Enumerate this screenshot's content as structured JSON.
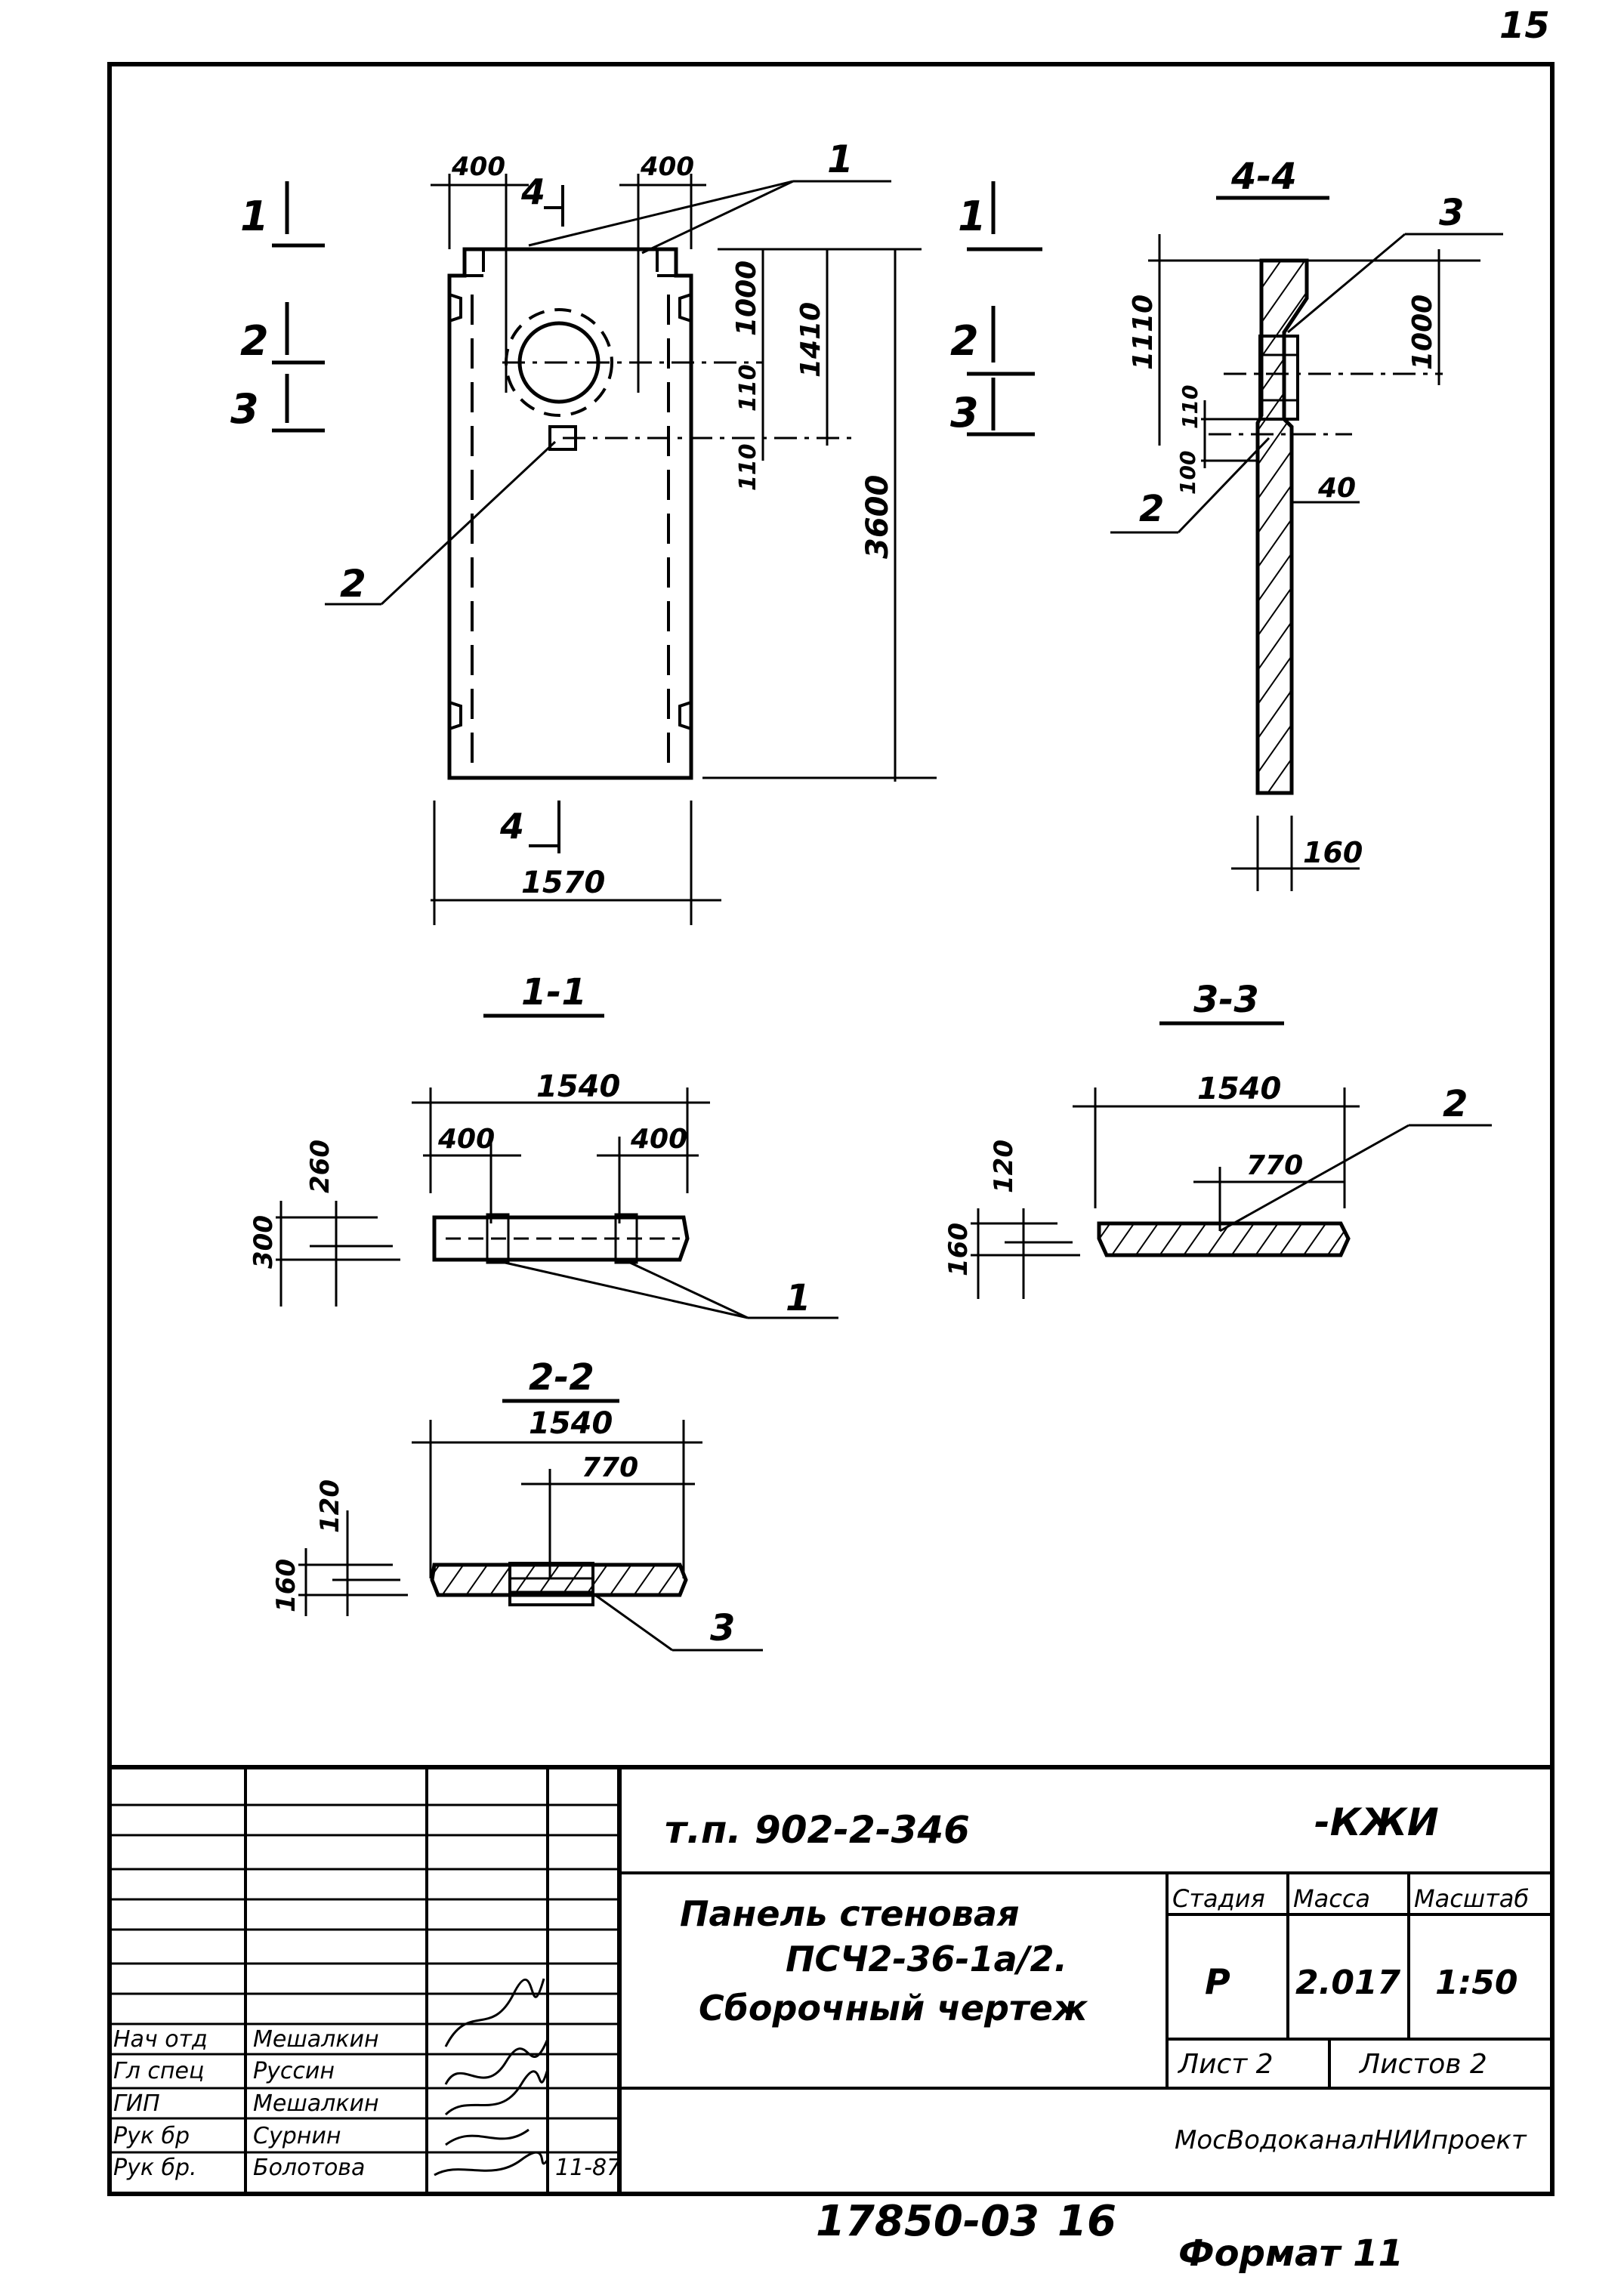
{
  "sheet_number": "15",
  "plan_view": {
    "dim_top_left": "400",
    "dim_top_right": "400",
    "dim_height_1": "1000",
    "dim_height_2": "1410",
    "dim_height_3": "3600",
    "dim_small_1": "110",
    "dim_small_2": "110",
    "dim_width": "1570",
    "callout_1": "1",
    "callout_2": "2",
    "cut_1": "1",
    "cut_2": "2",
    "cut_3": "3",
    "cut_4": "4"
  },
  "section_4_4": {
    "title": "4-4",
    "dim_1110": "1110",
    "dim_1000": "1000",
    "dim_110": "110",
    "dim_100": "100",
    "dim_40": "40",
    "dim_160": "160",
    "callout_2": "2",
    "callout_3": "3"
  },
  "section_1_1": {
    "title": "1-1",
    "dim_width": "1540",
    "dim_left": "400",
    "dim_right": "400",
    "dim_300": "300",
    "dim_260": "260",
    "callout_1": "1"
  },
  "section_3_3": {
    "title": "3-3",
    "dim_width": "1540",
    "dim_770": "770",
    "dim_160": "160",
    "dim_120": "120",
    "callout_2": "2"
  },
  "section_2_2": {
    "title": "2-2",
    "dim_width": "1540",
    "dim_770": "770",
    "dim_160": "160",
    "dim_120": "120",
    "callout_3": "3"
  },
  "title_block": {
    "project_code": "т.п. 902-2-346",
    "mark": "-КЖИ",
    "name_line1": "Панель стеновая",
    "name_line2": "ПСЧ2-36-1а/2.",
    "name_line3": "Сборочный чертеж",
    "headers": {
      "stage": "Стадия",
      "mass": "Масса",
      "scale": "Масштаб"
    },
    "values": {
      "stage": "Р",
      "mass": "2.017",
      "scale": "1:50"
    },
    "sheet": "Лист 2",
    "sheets": "Листов 2",
    "organization": "МосВодоканалНИИпроект",
    "signatures": [
      {
        "role": "Нач отд",
        "name": "Мешалкин"
      },
      {
        "role": "Гл спец",
        "name": "Руссин"
      },
      {
        "role": "ГИП",
        "name": "Мешалкин"
      },
      {
        "role": "Рук бр",
        "name": "Сурнин"
      },
      {
        "role": "Рук бр.",
        "name": "Болотова"
      }
    ],
    "date": "11-87"
  },
  "footer": {
    "archive_number": "17850-03",
    "page": "16",
    "format": "Формат 11"
  }
}
